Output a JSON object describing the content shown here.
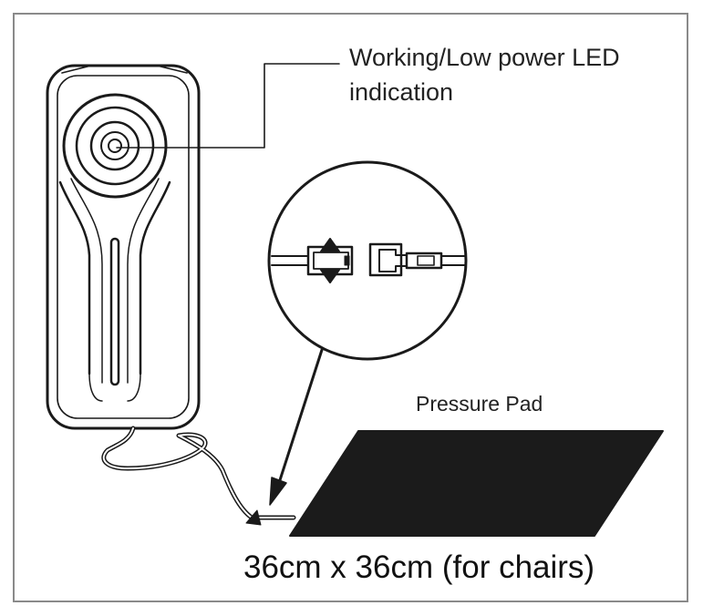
{
  "labels": {
    "led_line1": "Working/Low power LED",
    "led_line2": "indication",
    "pressure_pad": "Pressure Pad",
    "size": "36cm x 36cm (for chairs)"
  },
  "colors": {
    "stroke": "#1a1a1a",
    "pad_fill": "#1b1b1b",
    "frame": "#8a8a8a",
    "background": "#ffffff"
  },
  "icons": {
    "device": "alarm-monitor-unit",
    "connector": "cable-connector-detail",
    "pad": "pressure-pad"
  }
}
